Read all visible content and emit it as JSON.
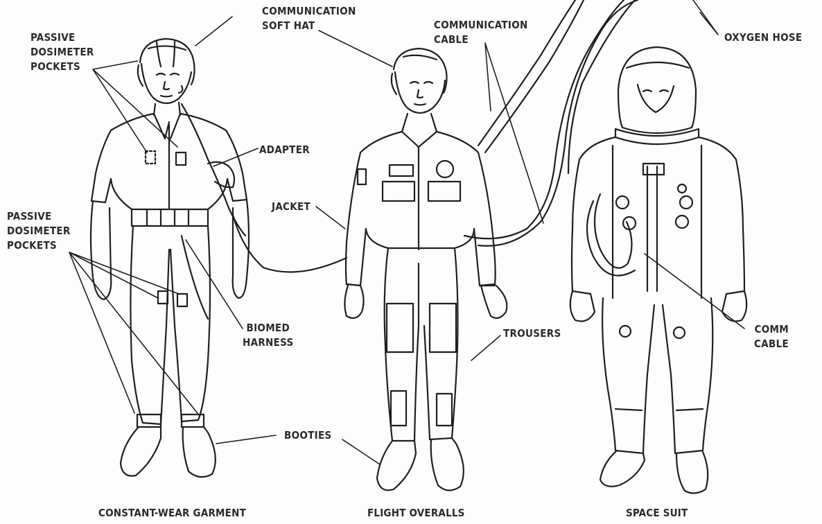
{
  "labels": {
    "communication_soft_hat": "COMMUNICATION\nSOFT HAT",
    "communication_cable": "COMMUNICATION\nCABLE",
    "oxygen_hose": "OXYGEN HOSE",
    "passive_dosimeter_pockets_upper": "PASSIVE\nDOSIMETER\nPOCKETS",
    "adapter": "ADAPTER",
    "jacket": "JACKET",
    "passive_dosimeter_pockets_lower": "PASSIVE\nDOSIMETER\nPOCKETS",
    "biomed_harness": "BIOMED\nHARNESS",
    "trousers": "TROUSERS",
    "comm_cable": "COMM\nCABLE",
    "booties": "BOOTIES"
  },
  "captions": {
    "left": "CONSTANT-WEAR GARMENT",
    "middle": "FLIGHT OVERALLS",
    "right": "SPACE SUIT"
  }
}
